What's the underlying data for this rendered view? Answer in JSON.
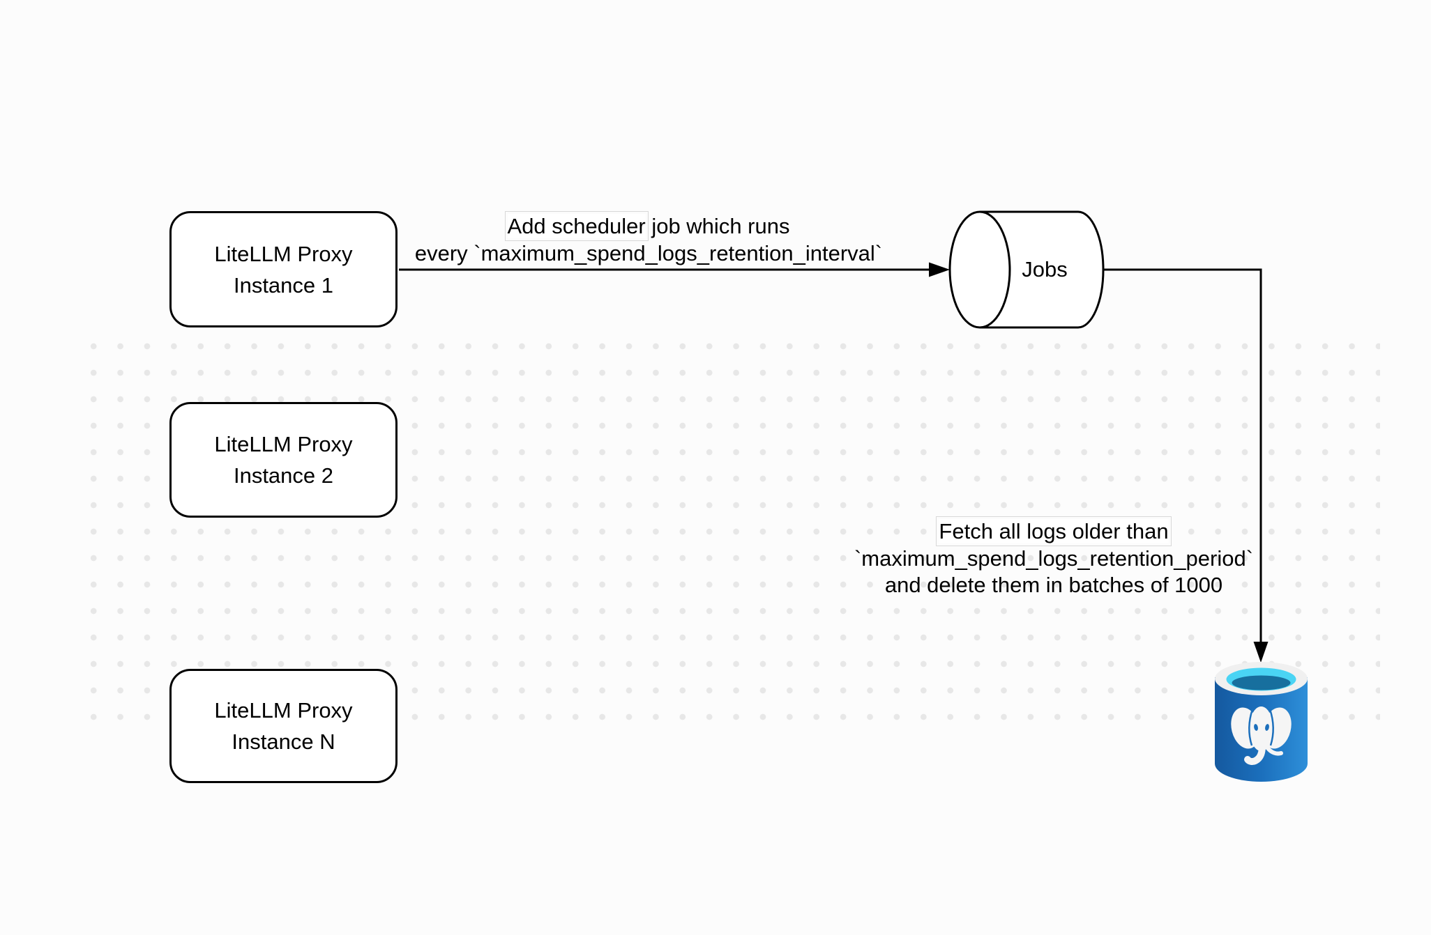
{
  "diagram": {
    "nodes": {
      "proxy1": {
        "title": "LiteLLM Proxy",
        "subtitle": "Instance 1"
      },
      "proxy2": {
        "title": "LiteLLM Proxy",
        "subtitle": "Instance 2"
      },
      "proxyN": {
        "title": "LiteLLM Proxy",
        "subtitle": "Instance N"
      },
      "jobs": {
        "label": "Jobs",
        "shape": "cylinder-icon"
      },
      "database": {
        "icon": "postgresql-database-icon"
      }
    },
    "edges": {
      "scheduler": {
        "label_boxed": "Add scheduler",
        "label_rest": " job which runs",
        "label_line2": "every `maximum_spend_logs_retention_interval`"
      },
      "cleanup": {
        "label_line1": "Fetch all logs older than",
        "label_line2": "`maximum_spend_logs_retention_period`",
        "label_line3": "and delete them in batches of 1000"
      }
    },
    "colors": {
      "background": "#fcfcfc",
      "dot": "#e7e7e7",
      "stroke": "#000000",
      "db_blue_dark": "#15599f",
      "db_blue": "#1b6fbc",
      "db_blue_light": "#2e8fd9",
      "db_rim": "#f0f0f0",
      "db_cyan": "#4ad4f4",
      "db_opening_dark": "#176f9e",
      "db_elephant": "#f5f5f5"
    }
  }
}
